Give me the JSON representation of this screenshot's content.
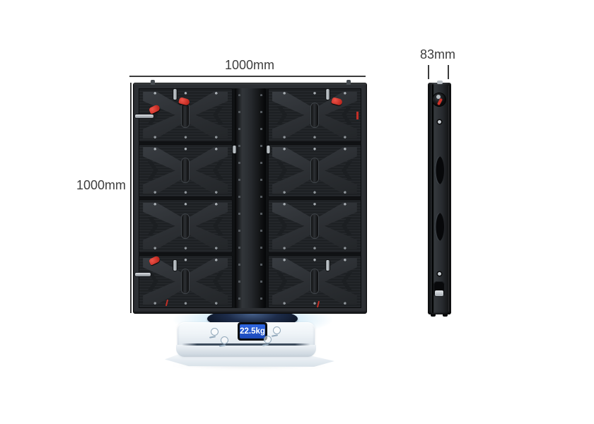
{
  "dimensions": {
    "width_label": "1000mm",
    "height_label": "1000mm",
    "depth_label": "83mm"
  },
  "scale": {
    "weight_display": "22.5kg"
  },
  "cabinet": {
    "module_rows": 4,
    "module_columns": 2
  },
  "colors": {
    "background": "#ffffff",
    "dimension_text": "#3d3d3d",
    "dimension_line": "#3c3c3c",
    "cabinet_dark": "#1f2225",
    "clamp_red": "#d0342b",
    "scale_screen_blue": "#2459cf",
    "scale_weight_text": "#ffffff",
    "platter_navy": "#16233c",
    "glow_blue": "#a9d4ec",
    "scale_body_light": "#e9eff4"
  }
}
